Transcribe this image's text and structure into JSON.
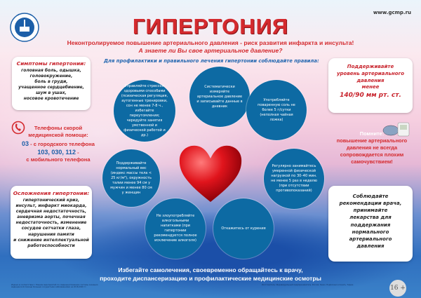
{
  "header": {
    "url": "www.gcmp.ru",
    "title": "ГИПЕРТОНИЯ",
    "subtitle_1": "Неконтролируемое повышение артериального давления - риск развития инфаркта и инсульта!",
    "subtitle_2": "А знаете ли Вы свое артериальное давление?"
  },
  "rules_heading": "Для профилактики и правильного лечения гипертонии соблюдайте правила:",
  "symptoms": {
    "title": "Симптомы гипертонии:",
    "lines": [
      "головная боль, одышка,",
      "головокружение,",
      "боль в груди,",
      "учащенное сердцебиение,",
      "шум в ушах,",
      "носовое кровотечение"
    ]
  },
  "phones": {
    "line1": "Телефоны скорой",
    "line2": "медицинской помощи:",
    "city_number": "03",
    "city_label": " - с городского телефона",
    "mobile_numbers": "103, 030, 112",
    "mobile_dash": " -",
    "mobile_label": "с мобильного телефона"
  },
  "complications": {
    "title": "Осложнения гипертонии:",
    "lines": [
      "гипертонический криз,",
      "инсульт, инфаркт миокарда,",
      "сердечная недостаточность,",
      "аневризма аорты, почечная",
      "недостаточность, изменение",
      "сосудов сетчатки глаза,",
      "нарушения памяти",
      "и снижение интеллектуальной",
      "работоспособности"
    ]
  },
  "target": {
    "lines": [
      "Поддерживайте",
      "уровень артериального",
      "давления",
      "менее"
    ],
    "value": "140/90 мм рт. ст."
  },
  "remember": {
    "title": "Помните:",
    "lines": [
      "повышение артериального",
      "давления не всегда",
      "сопровождается плохим",
      "самочувствием!"
    ]
  },
  "doctor": {
    "lines": [
      "Соблюдайте",
      "рекомендации врача,",
      "принимайте",
      "лекарства для",
      "поддержания",
      "нормального",
      "артериального",
      "давления"
    ]
  },
  "tips": [
    "Управляйте стрессом здоровыми способами (психическая регуляция, аутогенные тренировки, сон не менее 7-8 ч., избегайте переутомления; чередуйте занятия умственной и физической работой и др.)",
    "Систематически измеряйте артериальное давление и записывайте данные в дневник",
    "Употребляйте поваренную соль не более 5 г/сутки (неполная чайная ложка)",
    "Поддерживайте нормальный вес (индекс массы тела < 25 кг/м²), окружность талии менее 94 см у мужчин и менее 80 см у женщин",
    "Регулярно занимайтесь умеренной физической нагрузкой по 30–40 мин. не менее 5 раз в неделю (при отсутствии противопоказаний)",
    "Не злоупотребляйте алкогольными напитками (при гипертонии рекомендуется полное исключение алкоголя)",
    "Откажитесь от курения"
  ],
  "bottom": {
    "line1": "Избегайте самолечения, своевременно обращайтесь к врачу,",
    "line2": "проходите диспансеризацию и профилактические медицинские осмотры"
  },
  "fine_left": "Издано в соответствии с Планом мероприятий по совершенствованию системы оказания медицинской помощи больным сосудистыми заболеваниями на 2018-2020 гг.",
  "fine_right": "Изготовитель: Индивидуальный предприниматель. Россия. Заказ. Подписано в печать. Тираж.",
  "age_rating": "16 +",
  "colors": {
    "title_red": "#d42a2e",
    "circle_blue": "#0d6aa3",
    "heading_blue": "#2367b0"
  }
}
